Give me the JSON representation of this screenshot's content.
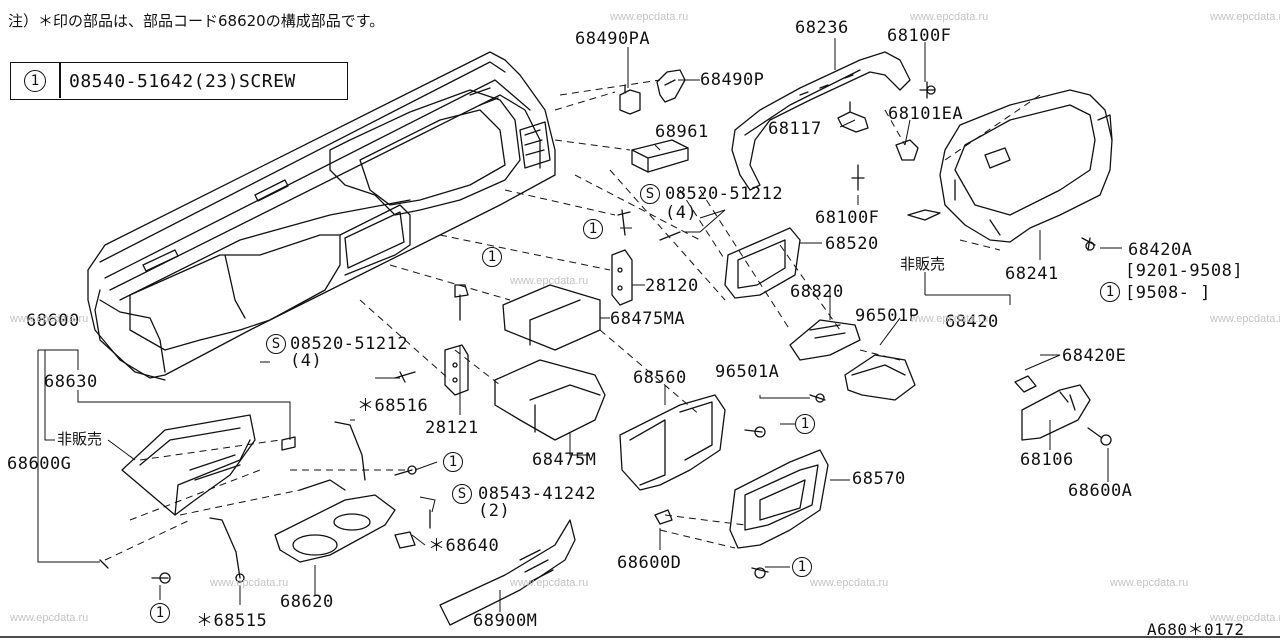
{
  "note": "注）＊印の部品は、部品コード68620の構成部品です。",
  "legend": {
    "symbol": "1",
    "text": "08540-51642(23)SCREW"
  },
  "watermark": "www.epcdata.ru",
  "footer": "A680＊0172",
  "circle_symbols": {
    "one": "1",
    "s": "S"
  },
  "labels": {
    "p68490PA": "68490PA",
    "p68490P": "68490P",
    "p68961": "68961",
    "p68236": "68236",
    "p68100F_top": "68100F",
    "p68117": "68117",
    "p68101EA": "68101EA",
    "p68100F_bot": "68100F",
    "p08520_top": "08520-51212",
    "q4_top": "(4)",
    "p68520": "68520",
    "p28120": "28120",
    "p68475MA": "68475MA",
    "p68820": "68820",
    "p96501P": "96501P",
    "p68420": "68420",
    "p68241": "68241",
    "p68420A": "68420A",
    "range1": "[9201-9508]",
    "range2": "[9508-     ]",
    "hanbai_right": "非販売",
    "p68600": "68600",
    "p68630": "68630",
    "hanbai_left": "非販売",
    "p68600G": "68600G",
    "p08520_mid": "08520-51212",
    "q4_mid": "(4)",
    "p28121": "28121",
    "p68516": "＊68516",
    "p68475M": "68475M",
    "p68560": "68560",
    "p96501A": "96501A",
    "p68570": "68570",
    "p08543": "08543-41242",
    "q2": "(2)",
    "p68640": "＊68640",
    "p68600D": "68600D",
    "p68620": "68620",
    "p68515": "＊68515",
    "p68900M": "68900M",
    "p68420E": "68420E",
    "p68106": "68106",
    "p68600A": "68600A"
  }
}
